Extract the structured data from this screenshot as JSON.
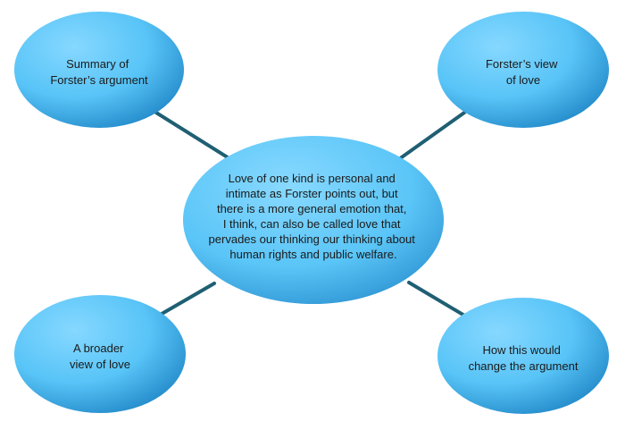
{
  "colors": {
    "node_light": "#7fd3ff",
    "node_mid": "#4bbdf5",
    "node_dark": "#1e86c6",
    "connector": "#1f5f73",
    "text": "#1a1a1a"
  },
  "center": {
    "lines": [
      "Love of one kind is personal and",
      "intimate as Forster points out, but",
      "there is a more general emotion that,",
      "I think, can also be called love that",
      "pervades our thinking our thinking about",
      "human rights and public welfare."
    ]
  },
  "nodes": {
    "top_left": {
      "lines": [
        "Summary of",
        "Forster’s argument"
      ]
    },
    "top_right": {
      "lines": [
        "Forster’s view",
        "of love"
      ]
    },
    "bottom_left": {
      "lines": [
        "A broader",
        "view of love"
      ]
    },
    "bottom_right": {
      "lines": [
        "How this would",
        "change the argument"
      ]
    }
  }
}
